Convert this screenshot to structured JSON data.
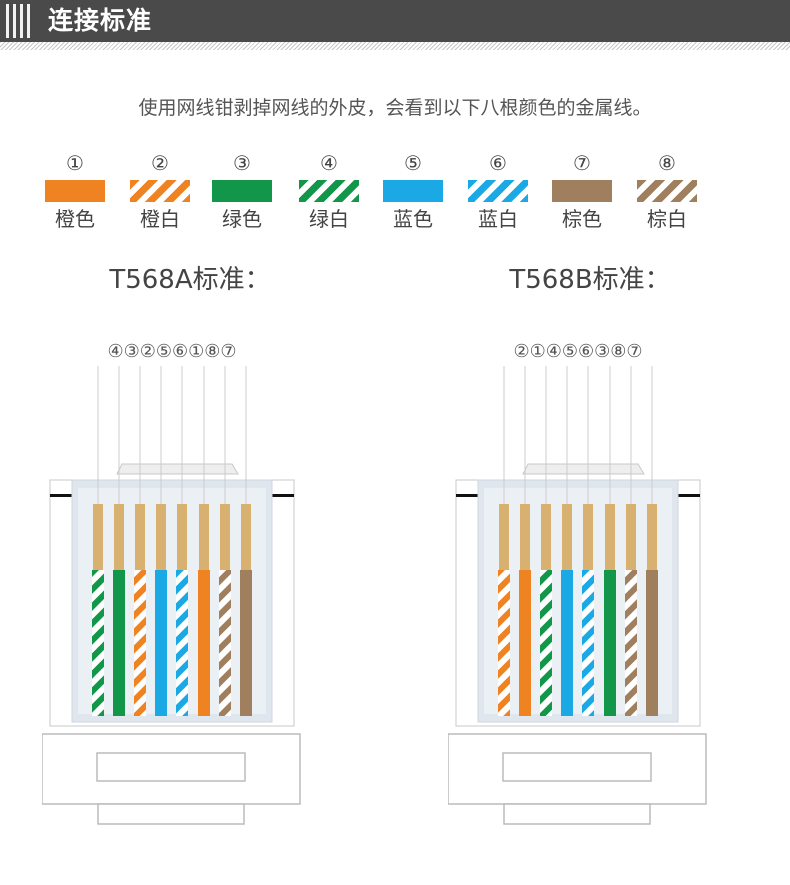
{
  "header": {
    "title": "连接标准"
  },
  "intro": "使用网线钳剥掉网线的外皮，会看到以下八根颜色的金属线。",
  "colors": {
    "orange": "#f08321",
    "green": "#12964a",
    "blue": "#1aa9e5",
    "brown": "#a07f5e",
    "copper": "#d8b070",
    "header_bg": "#4a4a4a"
  },
  "wires": [
    {
      "num": "①",
      "label": "橙色",
      "color": "orange",
      "striped": false
    },
    {
      "num": "②",
      "label": "橙白",
      "color": "orange",
      "striped": true
    },
    {
      "num": "③",
      "label": "绿色",
      "color": "green",
      "striped": false
    },
    {
      "num": "④",
      "label": "绿白",
      "color": "green",
      "striped": true
    },
    {
      "num": "⑤",
      "label": "蓝色",
      "color": "blue",
      "striped": false
    },
    {
      "num": "⑥",
      "label": "蓝白",
      "color": "blue",
      "striped": true
    },
    {
      "num": "⑦",
      "label": "棕色",
      "color": "brown",
      "striped": false
    },
    {
      "num": "⑧",
      "label": "棕白",
      "color": "brown",
      "striped": true
    }
  ],
  "standards": [
    {
      "title": "T568A标准：",
      "order": [
        4,
        3,
        2,
        5,
        6,
        1,
        8,
        7
      ],
      "order_label": "④③②⑤⑥①⑧⑦"
    },
    {
      "title": "T568B标准：",
      "order": [
        2,
        1,
        4,
        5,
        6,
        3,
        8,
        7
      ],
      "order_label": "②①④⑤⑥③⑧⑦"
    }
  ]
}
